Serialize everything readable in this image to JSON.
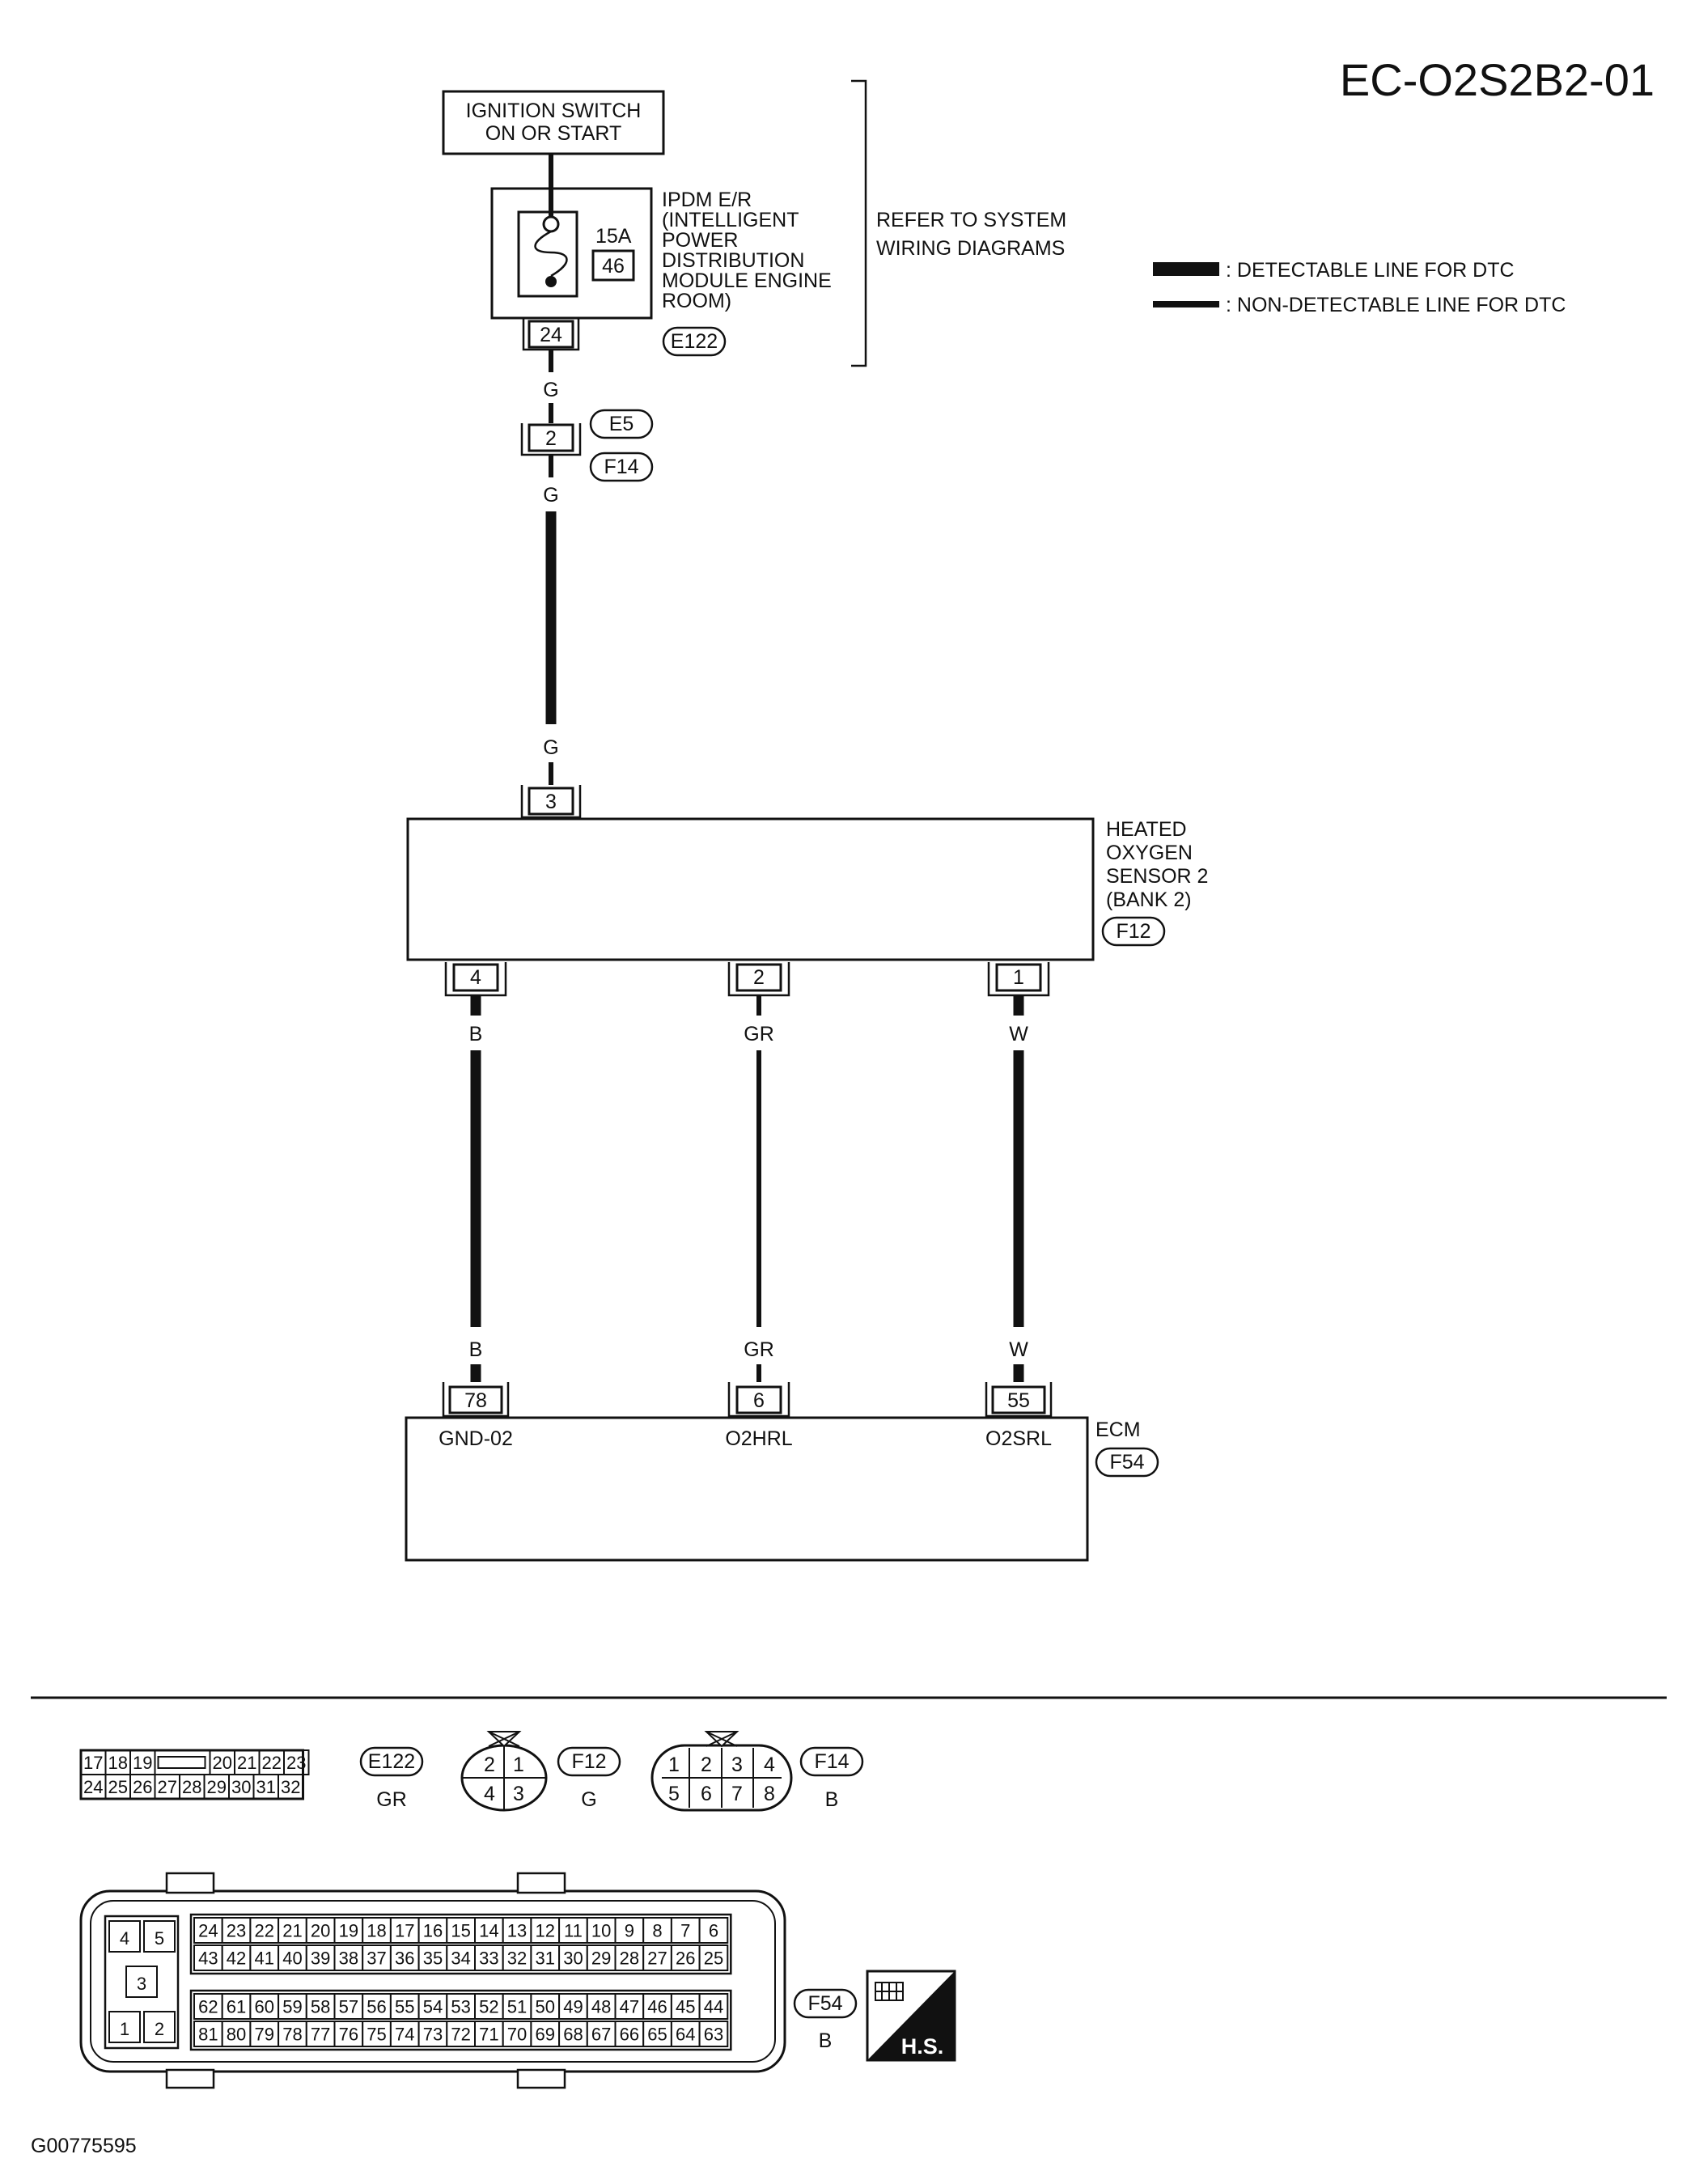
{
  "diagram_id": "EC-O2S2B2-01",
  "image_code": "G00775595",
  "legend": {
    "detectable": ": DETECTABLE LINE FOR DTC",
    "non_detectable": ": NON-DETECTABLE LINE FOR DTC"
  },
  "ignition_switch": {
    "line1": "IGNITION SWITCH",
    "line2": "ON OR START"
  },
  "ipdm": {
    "lines": [
      "IPDM E/R",
      "(INTELLIGENT",
      "POWER",
      "DISTRIBUTION",
      "MODULE ENGINE",
      "ROOM)"
    ],
    "fuse_rating": "15A",
    "fuse_number": "46",
    "terminal": "24",
    "connector": "E122"
  },
  "refer_note": {
    "line1": "REFER TO SYSTEM",
    "line2": "WIRING DIAGRAMS"
  },
  "wire_g": "G",
  "junction": {
    "terminal": "2",
    "connector_top": "E5",
    "connector_bottom": "F14"
  },
  "sensor": {
    "lines": [
      "HEATED",
      "OXYGEN",
      "SENSOR 2",
      "(BANK 2)"
    ],
    "connector": "F12",
    "input_terminal": "3",
    "outputs": [
      {
        "terminal": "4",
        "color": "B"
      },
      {
        "terminal": "2",
        "color": "GR"
      },
      {
        "terminal": "1",
        "color": "W"
      }
    ]
  },
  "ecm": {
    "label": "ECM",
    "connector": "F54",
    "inputs": [
      {
        "terminal": "78",
        "color": "B",
        "signal": "GND-02"
      },
      {
        "terminal": "6",
        "color": "GR",
        "signal": "O2HRL"
      },
      {
        "terminal": "55",
        "color": "W",
        "signal": "O2SRL"
      }
    ]
  },
  "connector_views": {
    "e122": {
      "id": "E122",
      "color": "GR",
      "row1": [
        "17",
        "18",
        "19",
        "",
        "20",
        "21",
        "22",
        "23"
      ],
      "row2": [
        "24",
        "25",
        "26",
        "27",
        "28",
        "29",
        "30",
        "31",
        "32"
      ]
    },
    "f12": {
      "id": "F12",
      "color": "G",
      "top": [
        "2",
        "1"
      ],
      "bottom": [
        "4",
        "3"
      ]
    },
    "f14": {
      "id": "F14",
      "color": "B",
      "top": [
        "1",
        "2",
        "3",
        "4"
      ],
      "bottom": [
        "5",
        "6",
        "7",
        "8"
      ]
    },
    "f54": {
      "id": "F54",
      "color": "B",
      "badge": "H.S.",
      "left": [
        "4",
        "5",
        "3",
        "1",
        "2"
      ],
      "row1": [
        "24",
        "23",
        "22",
        "21",
        "20",
        "19",
        "18",
        "17",
        "16",
        "15",
        "14",
        "13",
        "12",
        "11",
        "10",
        "9",
        "8",
        "7",
        "6"
      ],
      "row2": [
        "43",
        "42",
        "41",
        "40",
        "39",
        "38",
        "37",
        "36",
        "35",
        "34",
        "33",
        "32",
        "31",
        "30",
        "29",
        "28",
        "27",
        "26",
        "25"
      ],
      "row3": [
        "62",
        "61",
        "60",
        "59",
        "58",
        "57",
        "56",
        "55",
        "54",
        "53",
        "52",
        "51",
        "50",
        "49",
        "48",
        "47",
        "46",
        "45",
        "44"
      ],
      "row4": [
        "81",
        "80",
        "79",
        "78",
        "77",
        "76",
        "75",
        "74",
        "73",
        "72",
        "71",
        "70",
        "69",
        "68",
        "67",
        "66",
        "65",
        "64",
        "63"
      ]
    }
  }
}
